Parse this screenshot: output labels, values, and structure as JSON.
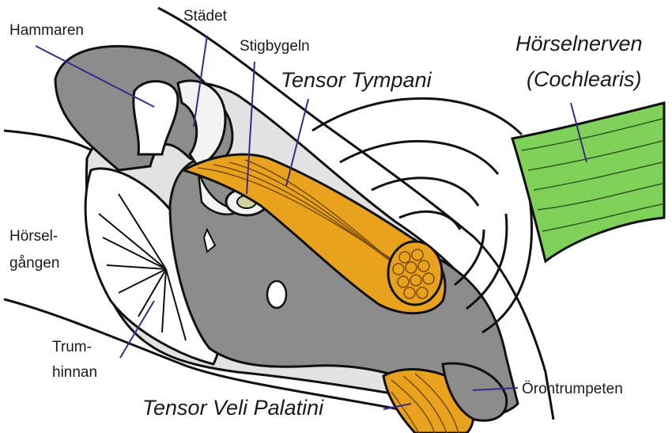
{
  "labels": {
    "hammaren": "Hammaren",
    "stadet": "Städet",
    "stigbygeln": "Stigbygeln",
    "tensor_tympani": "Tensor Tympani",
    "horselnerven_line1": "Hörselnerven",
    "horselnerven_line2": "(Cochlearis)",
    "horselgangen_line1": "Hörsel-",
    "horselgangen_line2": "gången",
    "trumhinnan_line1": "Trum-",
    "trumhinnan_line2": "hinnan",
    "orontrumpeten": "Örontrumpeten",
    "tensor_veli_palatini": "Tensor Veli Palatini"
  },
  "colors": {
    "bone_gray": "#8c8c8c",
    "outline": "#111111",
    "muscle_orange": "#e8a21e",
    "nerve_green": "#7fd15a",
    "leader_line": "#3b2a8c",
    "light_fill": "#d9d9d9"
  }
}
